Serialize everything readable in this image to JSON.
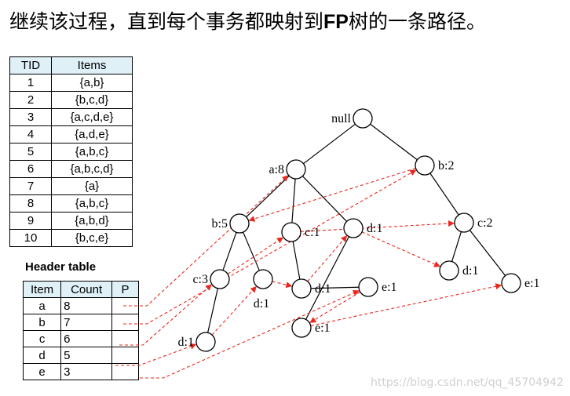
{
  "title": {
    "prefix": "继续该过程，直到每个事务都映射到",
    "bold": "FP",
    "suffix": "树的一条路径。"
  },
  "transactions": {
    "headers": [
      "TID",
      "Items"
    ],
    "rows": [
      {
        "tid": "1",
        "items": "{a,b}"
      },
      {
        "tid": "2",
        "items": "{b,c,d}"
      },
      {
        "tid": "3",
        "items": "{a,c,d,e}"
      },
      {
        "tid": "4",
        "items": "{a,d,e}"
      },
      {
        "tid": "5",
        "items": "{a,b,c}"
      },
      {
        "tid": "6",
        "items": "{a,b,c,d}"
      },
      {
        "tid": "7",
        "items": "{a}"
      },
      {
        "tid": "8",
        "items": "{a,b,c}"
      },
      {
        "tid": "9",
        "items": "{a,b,d}"
      },
      {
        "tid": "10",
        "items": "{b,c,e}"
      }
    ]
  },
  "header_table": {
    "label": "Header table",
    "headers": [
      "Item",
      "Count",
      "P"
    ],
    "rows": [
      {
        "item": "a",
        "count": "8"
      },
      {
        "item": "b",
        "count": "7"
      },
      {
        "item": "c",
        "count": "6"
      },
      {
        "item": "d",
        "count": "5"
      },
      {
        "item": "e",
        "count": "3"
      }
    ]
  },
  "tree": {
    "nodes": [
      {
        "id": "null",
        "label": "null"
      },
      {
        "id": "a8",
        "label": "a:8"
      },
      {
        "id": "b2",
        "label": "b:2"
      },
      {
        "id": "b5",
        "label": "b:5"
      },
      {
        "id": "c1a",
        "label": "c:1"
      },
      {
        "id": "d1a",
        "label": "d:1"
      },
      {
        "id": "c2",
        "label": "c:2"
      },
      {
        "id": "c3",
        "label": "c:3"
      },
      {
        "id": "d1b",
        "label": "d:1"
      },
      {
        "id": "d1c",
        "label": "d:1"
      },
      {
        "id": "e1a",
        "label": "e:1"
      },
      {
        "id": "d1d",
        "label": "d:1"
      },
      {
        "id": "e1b",
        "label": "e:1"
      },
      {
        "id": "d1e",
        "label": "d:1"
      },
      {
        "id": "e1c",
        "label": "e:1"
      }
    ],
    "edges": [
      [
        "null",
        "a8"
      ],
      [
        "null",
        "b2"
      ],
      [
        "a8",
        "b5"
      ],
      [
        "a8",
        "c1a"
      ],
      [
        "a8",
        "d1a"
      ],
      [
        "b2",
        "c2"
      ],
      [
        "b5",
        "c3"
      ],
      [
        "b5",
        "d1b"
      ],
      [
        "c1a",
        "d1c"
      ],
      [
        "d1c",
        "e1a"
      ],
      [
        "d1a",
        "e1b"
      ],
      [
        "c2",
        "d1d"
      ],
      [
        "c2",
        "e1c"
      ],
      [
        "c3",
        "d1e"
      ]
    ],
    "links": [
      [
        "hdr-a",
        "a8"
      ],
      [
        "hdr-b",
        "b2"
      ],
      [
        "b2",
        "b5"
      ],
      [
        "hdr-c",
        "c3"
      ],
      [
        "c3",
        "c1a"
      ],
      [
        "c1a",
        "c2"
      ],
      [
        "hdr-d",
        "d1e"
      ],
      [
        "d1e",
        "d1b"
      ],
      [
        "d1b",
        "d1c"
      ],
      [
        "d1c",
        "d1a"
      ],
      [
        "d1a",
        "d1d"
      ],
      [
        "hdr-e",
        "e1a"
      ],
      [
        "e1a",
        "e1b"
      ],
      [
        "e1b",
        "e1c"
      ]
    ]
  },
  "watermark": "https://blog.csdn.net/qq_45704942",
  "colors": {
    "header_fill": "#dff0f7",
    "link": "#e8281e",
    "edge": "#000000"
  }
}
